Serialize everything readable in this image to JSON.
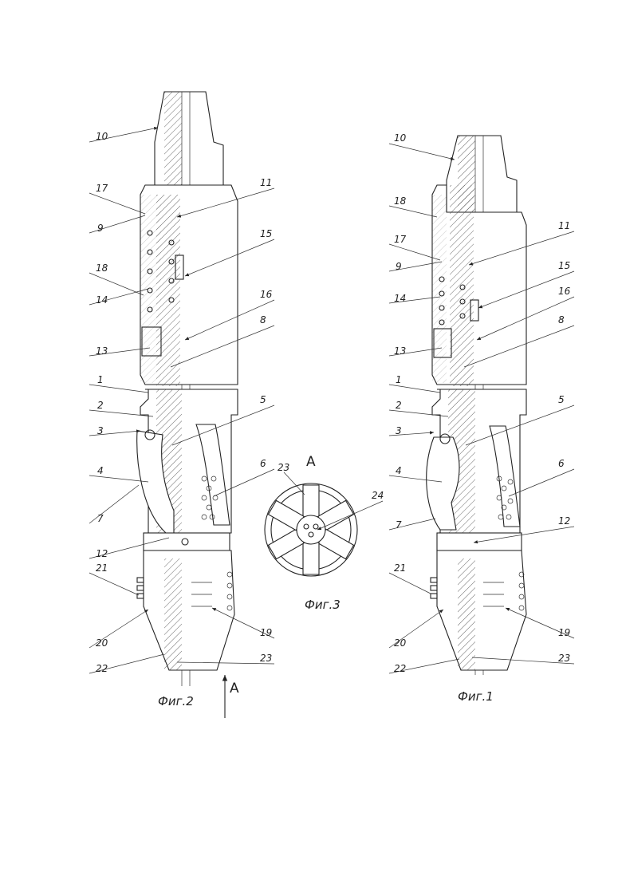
{
  "figures": {
    "fig1": {
      "caption": "Фиг.1"
    },
    "fig2": {
      "caption": "Фиг.2",
      "view_arrow_label": "A"
    },
    "fig3": {
      "caption": "Фиг.3",
      "view_label": "A"
    }
  },
  "labels": {
    "fig2": [
      "10",
      "11",
      "17",
      "9",
      "15",
      "18",
      "14",
      "16",
      "8",
      "13",
      "1",
      "2",
      "5",
      "3",
      "6",
      "4",
      "7",
      "12",
      "21",
      "20",
      "19",
      "22",
      "23"
    ],
    "fig1": [
      "10",
      "18",
      "11",
      "17",
      "9",
      "15",
      "14",
      "16",
      "8",
      "13",
      "1",
      "2",
      "5",
      "3",
      "6",
      "4",
      "7",
      "12",
      "21",
      "20",
      "19",
      "22",
      "23"
    ],
    "fig3": [
      "23",
      "24"
    ]
  },
  "colors": {
    "ink": "#222222",
    "hatch": "#444444",
    "paper": "#ffffff"
  }
}
